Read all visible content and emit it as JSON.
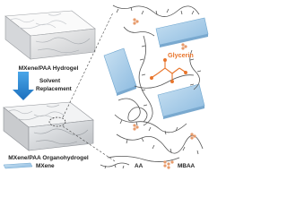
{
  "labels": {
    "hydrogel": "MXene/PAA Hydrogel",
    "solvent_line1": "Solvent",
    "solvent_line2": "Replacement",
    "organohydrogel": "MXene/PAA Organohydrogel",
    "glycerin": "Glycerin"
  },
  "legend": [
    {
      "label": "MXene",
      "icon": "mxene-sheet-icon"
    },
    {
      "label": "AA",
      "icon": "aa-chain-icon"
    },
    {
      "label": "MBAA",
      "icon": "mbaa-dots-icon"
    }
  ],
  "colors": {
    "arrow": "#2a86d6",
    "glycerin": "#e8742a",
    "sheet": "#a9cde6",
    "sheet_edge": "#6fa6cf",
    "mbaa": "#e79a6a",
    "chain": "#555555",
    "dashed": "#444444"
  }
}
